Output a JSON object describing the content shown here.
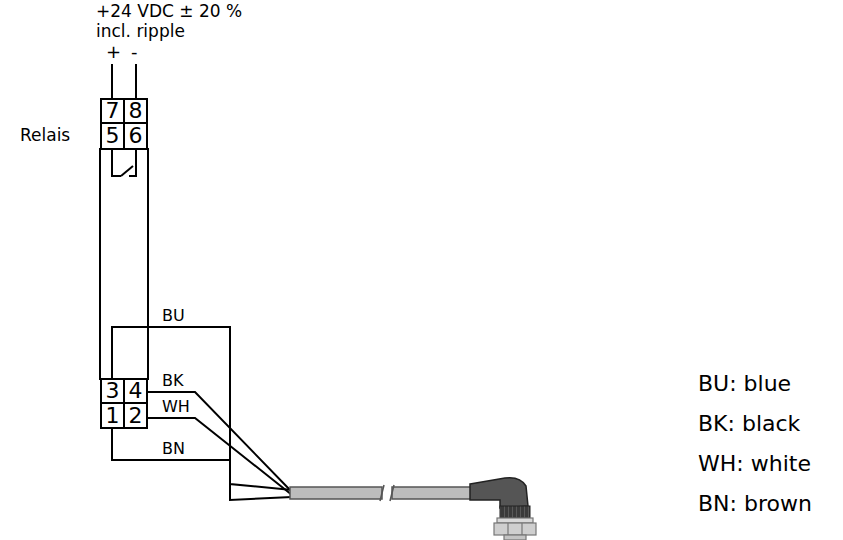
{
  "diagram": {
    "nodes": [
      {
        "text": [
          "7"
        ]
      },
      {
        "text": [
          "8"
        ]
      },
      {
        "text": [
          "5"
        ]
      },
      {
        "text": [
          "6"
        ]
      },
      {
        "text": [
          "3"
        ]
      },
      {
        "text": [
          "4"
        ]
      },
      {
        "text": [
          "1"
        ]
      },
      {
        "text": [
          "2"
        ]
      }
    ],
    "labels": [
      "+24 VDC ± 20 %",
      "incl. ripple",
      "+",
      "-",
      "Relais",
      "BU",
      "BK",
      "WH",
      "BN",
      "BU: blue",
      "BK: black",
      "WH: white",
      "BN: brown"
    ]
  }
}
